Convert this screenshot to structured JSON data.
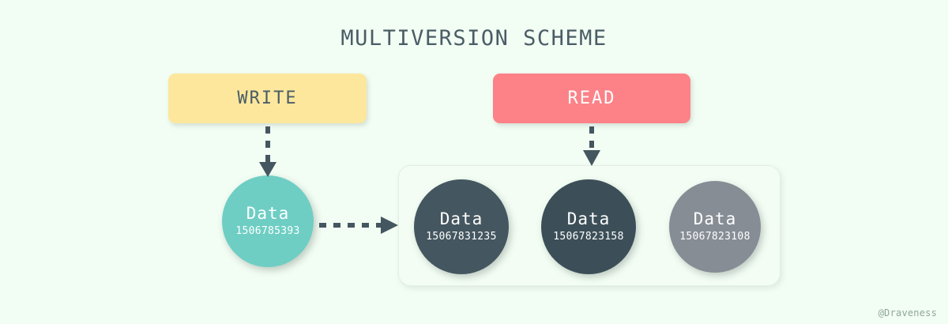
{
  "diagram": {
    "title": "MULTIVERSION SCHEME",
    "background_color": "#f2fdf3",
    "title_color": "#4a5d66",
    "watermark": "@Draveness"
  },
  "operations": [
    {
      "label": "WRITE",
      "fill_color": "#fce79d",
      "text_color": "#4a5d66"
    },
    {
      "label": "READ",
      "fill_color": "#fc8287",
      "text_color": "#ffffff"
    }
  ],
  "current_version": {
    "label": "Data",
    "id": "1506785393",
    "fill_color": "#6ecec4"
  },
  "version_store": {
    "versions": [
      {
        "label": "Data",
        "id": "15067831235",
        "fill_color": "#44565f"
      },
      {
        "label": "Data",
        "id": "15067823158",
        "fill_color": "#3c4f58"
      },
      {
        "label": "Data",
        "id": "15067823108",
        "fill_color": "#868d95"
      }
    ]
  },
  "arrows": {
    "color": "#44565f",
    "write_to_current": "dashed-down-arrow",
    "read_to_store": "dashed-down-arrow",
    "current_to_store": "dashed-right-arrow"
  }
}
